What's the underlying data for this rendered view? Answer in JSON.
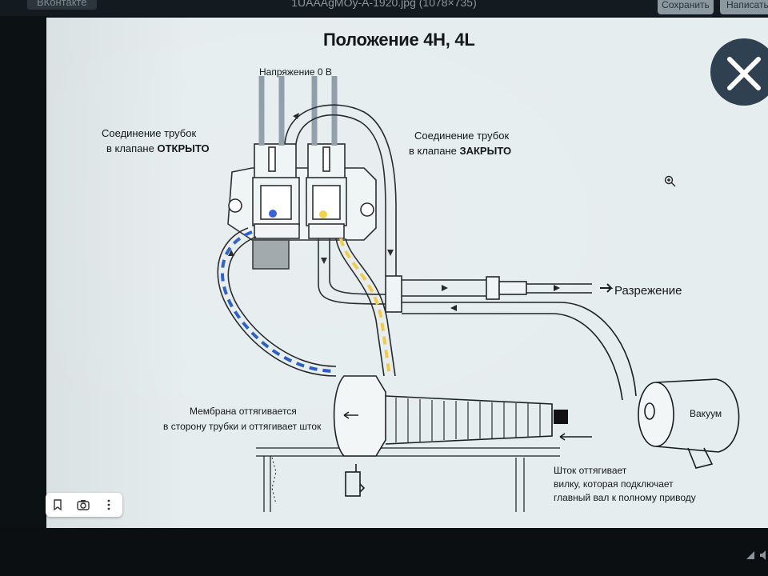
{
  "window": {
    "tab_label": "ВКонтакте",
    "filename": "1UAAAgMOy-A-1920.jpg (1078×735)",
    "save_button": "Сохранить",
    "second_button": "Написать"
  },
  "diagram": {
    "title": "Положение 4H, 4L",
    "voltage_label": "Напряжение 0 В",
    "open_valve": {
      "line1": "Соединение трубок",
      "line2_prefix": "в клапане ",
      "line2_bold": "ОТКРЫТО"
    },
    "closed_valve": {
      "line1": "Соединение трубок",
      "line2_prefix": "в клапане ",
      "line2_bold": "ЗАКРЫТО"
    },
    "vacuum_line_label": "Разрежение",
    "vacuum_tank_label": "Вакуум",
    "membrane": {
      "line1": "Мембрана оттягивается",
      "line2": "в сторону трубки и оттягивает шток"
    },
    "rod": {
      "line1": "Шток оттягивает",
      "line2": "вилку, которая подключает",
      "line3": "главный вал к полному приводу"
    }
  },
  "colors": {
    "blue_flow": "#1f56c9",
    "yellow_flow": "#f2c83a",
    "line": "#1a1d1f",
    "background": "#e6edef"
  },
  "icons": {
    "close": "close-icon",
    "zoom": "zoom-in-icon",
    "bookmark": "bookmark-icon",
    "camera": "camera-icon",
    "more": "more-vertical-icon"
  }
}
